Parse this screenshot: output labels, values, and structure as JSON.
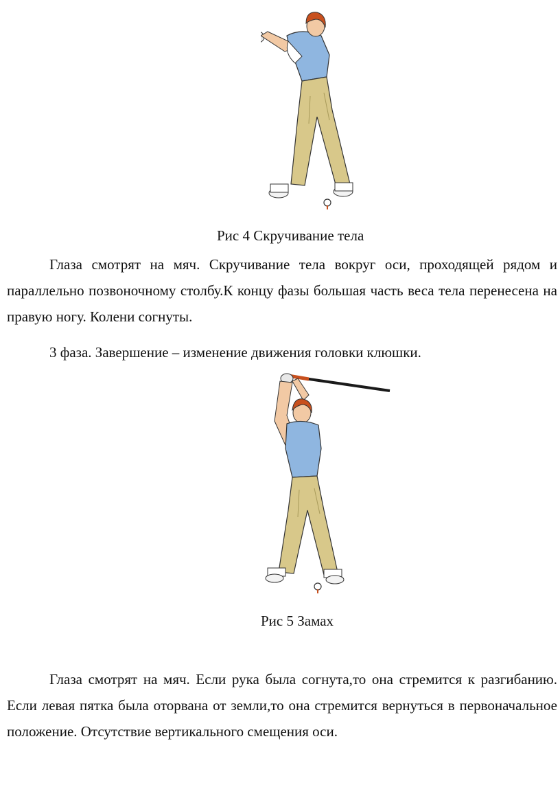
{
  "figure1": {
    "caption": "Рис 4 Скручивание тела"
  },
  "paragraph1": "Глаза смотрят на мяч. Скручивание тела вокруг оси, проходящей рядом и параллельно позвоночному столбу.К концу фазы большая часть веса тела перенесена на правую ногу. Колени согнуты.",
  "paragraph2": "3 фаза. Завершение – изменение движения головки клюшки.",
  "figure2": {
    "caption": "Рис 5 Замах"
  },
  "paragraph3": "Глаза смотрят на мяч. Если рука была согнута,то она стремится к разгибанию. Если левая пятка была оторвана от земли,то она стремится вернуться в первоначальное положение. Отсутствие вертикального смещения оси.",
  "colors": {
    "shirt": "#8fb6e0",
    "trousers": "#d8c88a",
    "hair": "#c8501e",
    "skin": "#f2c9a4",
    "club": "#1a1a1a"
  }
}
